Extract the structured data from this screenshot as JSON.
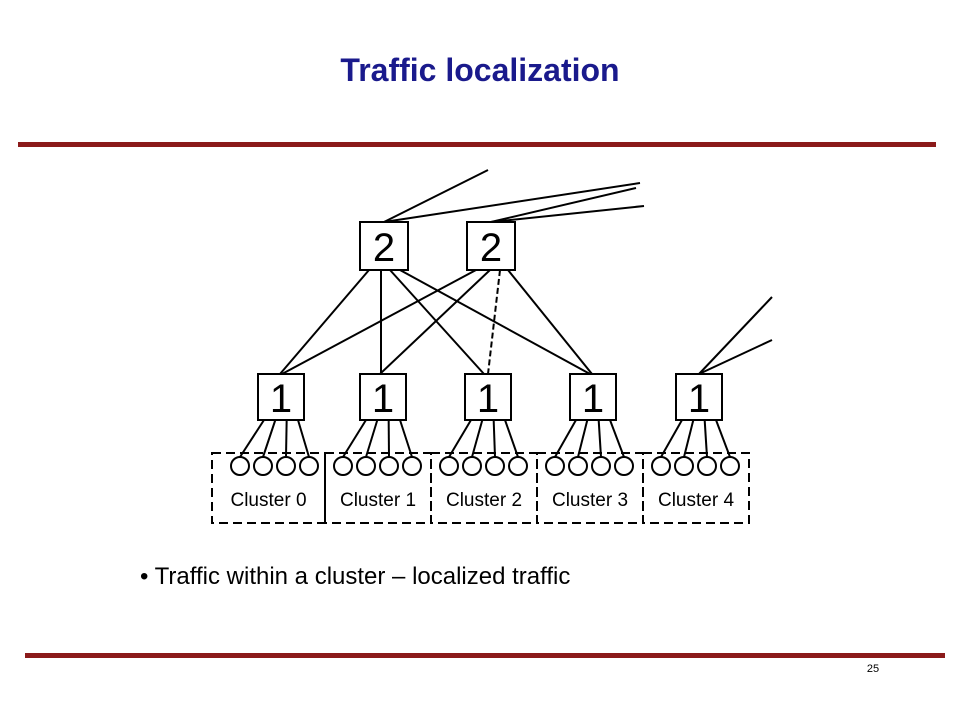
{
  "slide": {
    "title": "Traffic localization",
    "bullet": "Traffic within a cluster – localized traffic",
    "page_number": "25"
  },
  "diagram": {
    "aggregation_switches": [
      {
        "label": "2"
      },
      {
        "label": "2"
      }
    ],
    "edge_switches": [
      {
        "label": "1"
      },
      {
        "label": "1"
      },
      {
        "label": "1"
      },
      {
        "label": "1"
      },
      {
        "label": "1"
      }
    ],
    "clusters": [
      {
        "label": "Cluster 0",
        "hosts": 4
      },
      {
        "label": "Cluster 1",
        "hosts": 4
      },
      {
        "label": "Cluster 2",
        "hosts": 4
      },
      {
        "label": "Cluster 3",
        "hosts": 4
      },
      {
        "label": "Cluster 4",
        "hosts": 4
      }
    ]
  },
  "colors": {
    "title": "#1a1a8c",
    "rule": "#8b1a1a",
    "diagram_stroke": "#000000"
  }
}
